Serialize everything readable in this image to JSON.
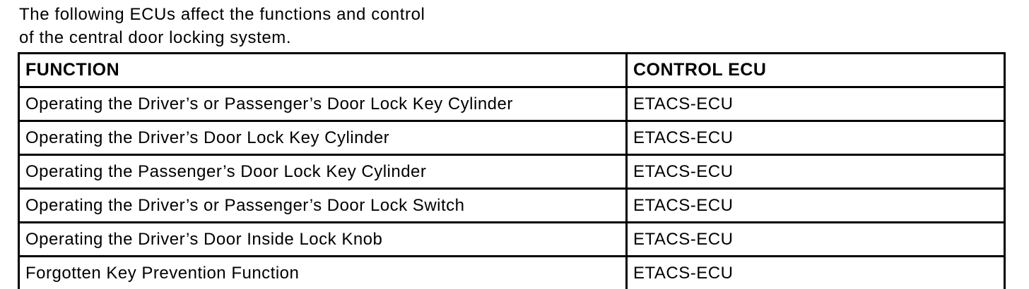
{
  "intro": {
    "line1": "The following ECUs affect the functions and control",
    "line2": "of the central door locking system."
  },
  "table": {
    "headers": [
      "FUNCTION",
      "CONTROL ECU"
    ],
    "rows": [
      {
        "function": "Operating the Driver’s or Passenger’s Door Lock Key Cylinder",
        "control_ecu": "ETACS-ECU"
      },
      {
        "function": "Operating the Driver’s Door Lock Key Cylinder",
        "control_ecu": "ETACS-ECU"
      },
      {
        "function": "Operating the Passenger’s Door Lock Key Cylinder",
        "control_ecu": "ETACS-ECU"
      },
      {
        "function": "Operating the Driver’s or Passenger’s Door Lock Switch",
        "control_ecu": "ETACS-ECU"
      },
      {
        "function": "Operating the Driver’s Door Inside Lock Knob",
        "control_ecu": "ETACS-ECU"
      },
      {
        "function": "Forgotten Key Prevention Function",
        "control_ecu": "ETACS-ECU"
      }
    ]
  }
}
